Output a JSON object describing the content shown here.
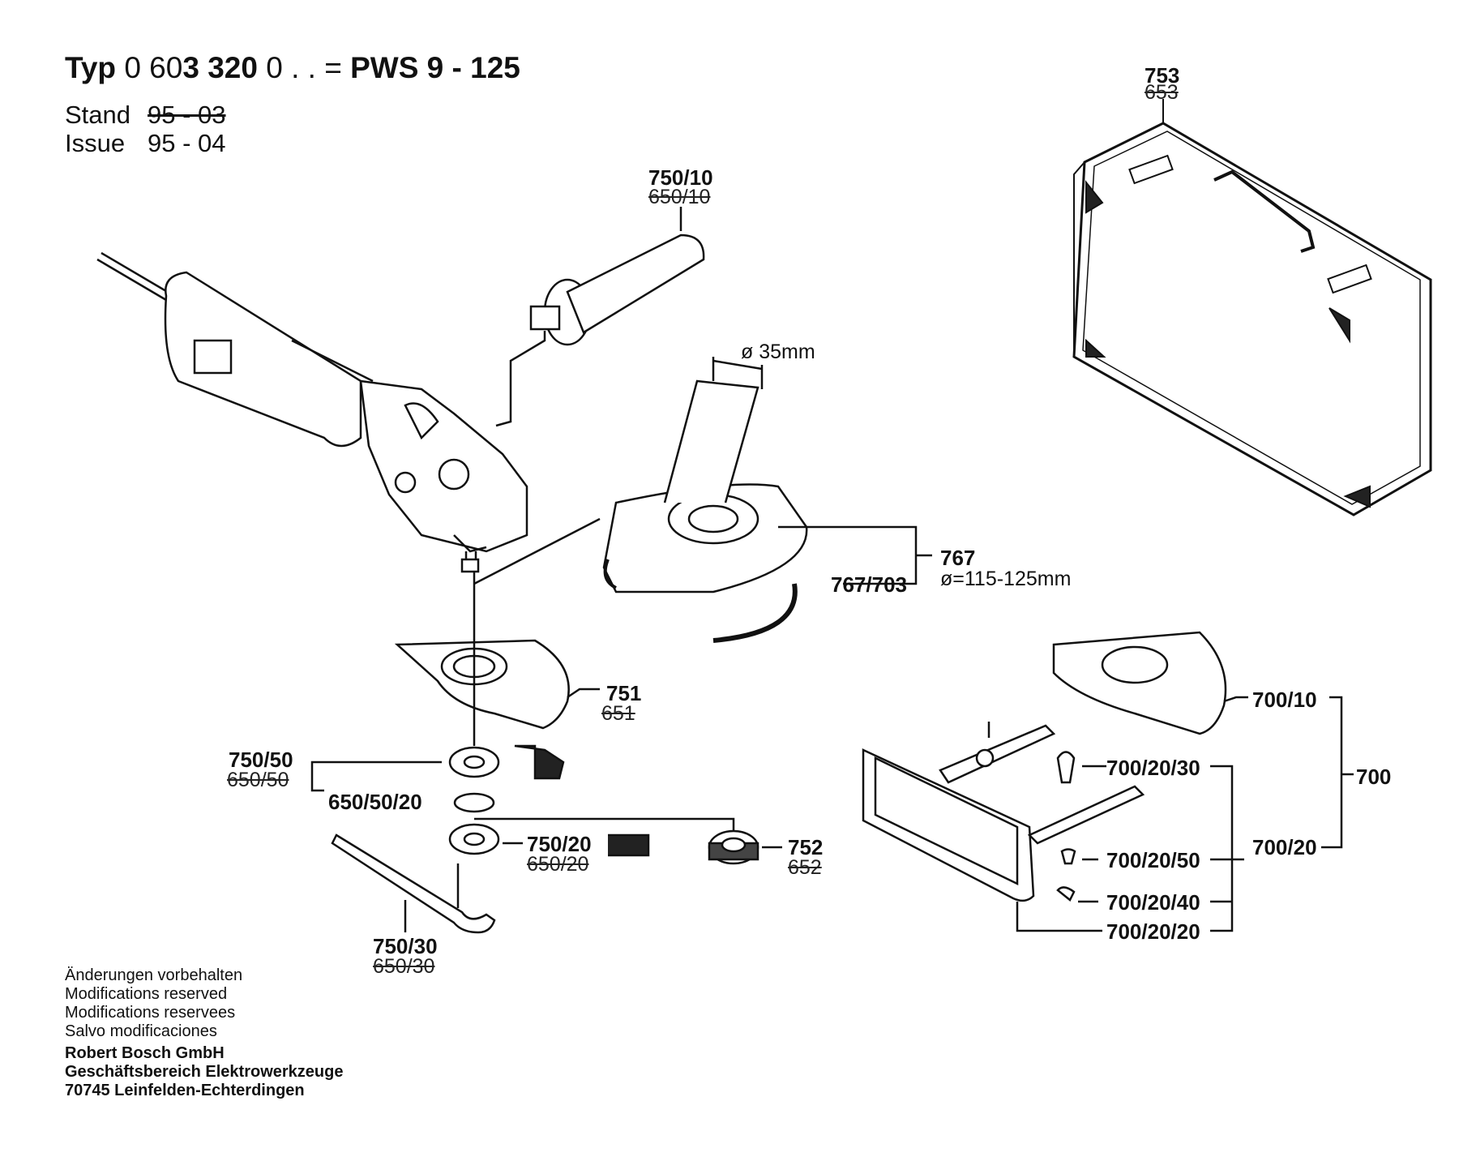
{
  "header": {
    "typ_label": "Typ",
    "part_number_prefix": "0 60",
    "part_number_bold": "3 320",
    "part_number_suffix": "0 . . =",
    "model": "PWS  9 - 125",
    "stand_label": "Stand",
    "stand_value": "95 - 03",
    "issue_label": "Issue",
    "issue_value": "95 - 04"
  },
  "callouts": {
    "c753": {
      "current": "753",
      "old": "653"
    },
    "c750_10": {
      "current": "750/10",
      "old": "650/10"
    },
    "c751": {
      "current": "751",
      "old": "651"
    },
    "c750_50": {
      "current": "750/50",
      "old": "650/50"
    },
    "c650_50_20": {
      "current": "650/50/20"
    },
    "c750_20": {
      "current": "750/20",
      "old": "650/20"
    },
    "c752": {
      "current": "752",
      "old": "652"
    },
    "c750_30": {
      "current": "750/30",
      "old": "650/30"
    },
    "c767": {
      "current": "767",
      "note": "ø=115-125mm"
    },
    "c767_703": {
      "current": "767/703"
    },
    "diameter_note": "ø 35mm",
    "c700_10": {
      "current": "700/10"
    },
    "c700": {
      "current": "700"
    },
    "c700_20_30": {
      "current": "700/20/30"
    },
    "c700_20": {
      "current": "700/20"
    },
    "c700_20_50": {
      "current": "700/20/50"
    },
    "c700_20_40": {
      "current": "700/20/40"
    },
    "c700_20_20": {
      "current": "700/20/20"
    }
  },
  "footer": {
    "lines": [
      "Änderungen vorbehalten",
      "Modifications reserved",
      "Modifications reservees",
      "Salvo modificaciones"
    ],
    "company": [
      "Robert Bosch GmbH",
      "Geschäftsbereich Elektrowerkzeuge",
      "70745 Leinfelden-Echterdingen"
    ]
  }
}
